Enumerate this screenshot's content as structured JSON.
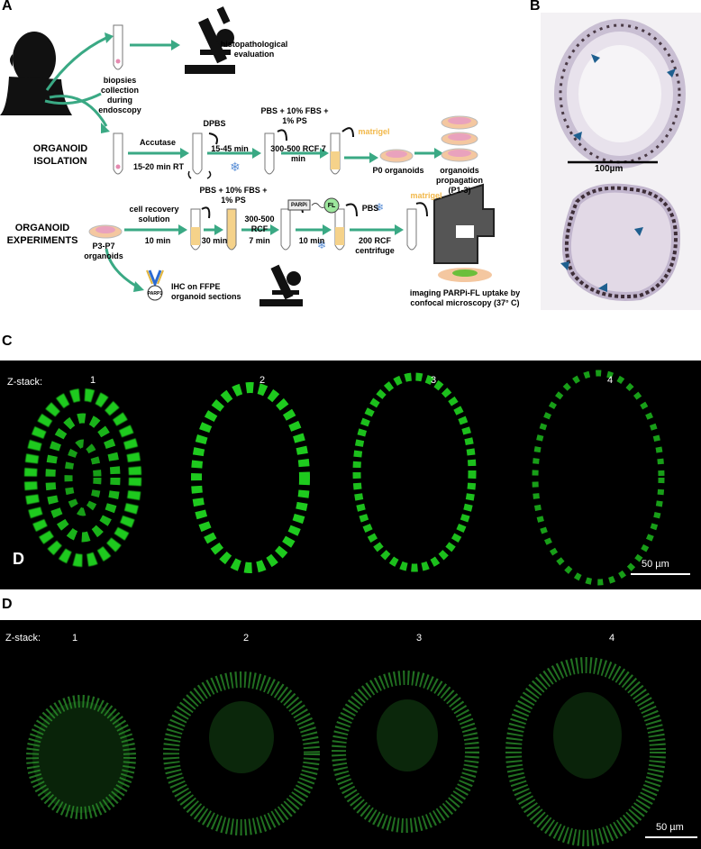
{
  "panelA": {
    "letter": "A",
    "labels": {
      "histo": "histopathological evaluation",
      "biopsies": "biopsies collection during endoscopy",
      "isolation": "ORGANOID ISOLATION",
      "experiments": "ORGANOID EXPERIMENTS",
      "accutase": "Accutase",
      "accutase_time": "15-20 min RT",
      "dpbs": "DPBS",
      "dpbs_time": "15-45 min",
      "pbs1": "PBS + 10% FBS + 1% PS",
      "rcf1": "300-500 RCF 7 min",
      "matrigel1": "matrigel",
      "p0": "P0 organoids",
      "propagation": "organoids propagation (P1-3)",
      "p3p7": "P3-P7 organoids",
      "recovery": "cell recovery solution",
      "recovery_time": "10 min",
      "pbs2": "PBS + 10% FBS + 1% PS",
      "min30": "30 min",
      "rcf2": "300-500 RCF",
      "min7": "7 min",
      "parpi": "PARPi",
      "fl": "FL",
      "min10": "10 min",
      "pbs3": "PBS",
      "matrigel2": "matrigel",
      "centrifuge": "200 RCF centrifuge",
      "ihc": "IHC on FFPE organoid sections",
      "imaging": "imaging PARPi-FL uptake by confocal microscopy (37° C)",
      "parp_tag": "PARP1"
    },
    "colors": {
      "arrow": "#3aa984",
      "matrigel": "#f2b84a",
      "snow": "#5b8fd6",
      "pink": "#e58ab0"
    }
  },
  "panelB": {
    "letter": "B",
    "scale_label": "100µm"
  },
  "panelC": {
    "letter": "C",
    "inset_letter": "D",
    "zstack_label": "Z-stack:",
    "slices": [
      "1",
      "2",
      "3",
      "4"
    ],
    "scale_label": "50 µm",
    "color": "#21e021"
  },
  "panelD": {
    "letter": "D",
    "zstack_label": "Z-stack:",
    "slices": [
      "1",
      "2",
      "3",
      "4"
    ],
    "scale_label": "50 µm",
    "color": "#2fa02f"
  }
}
